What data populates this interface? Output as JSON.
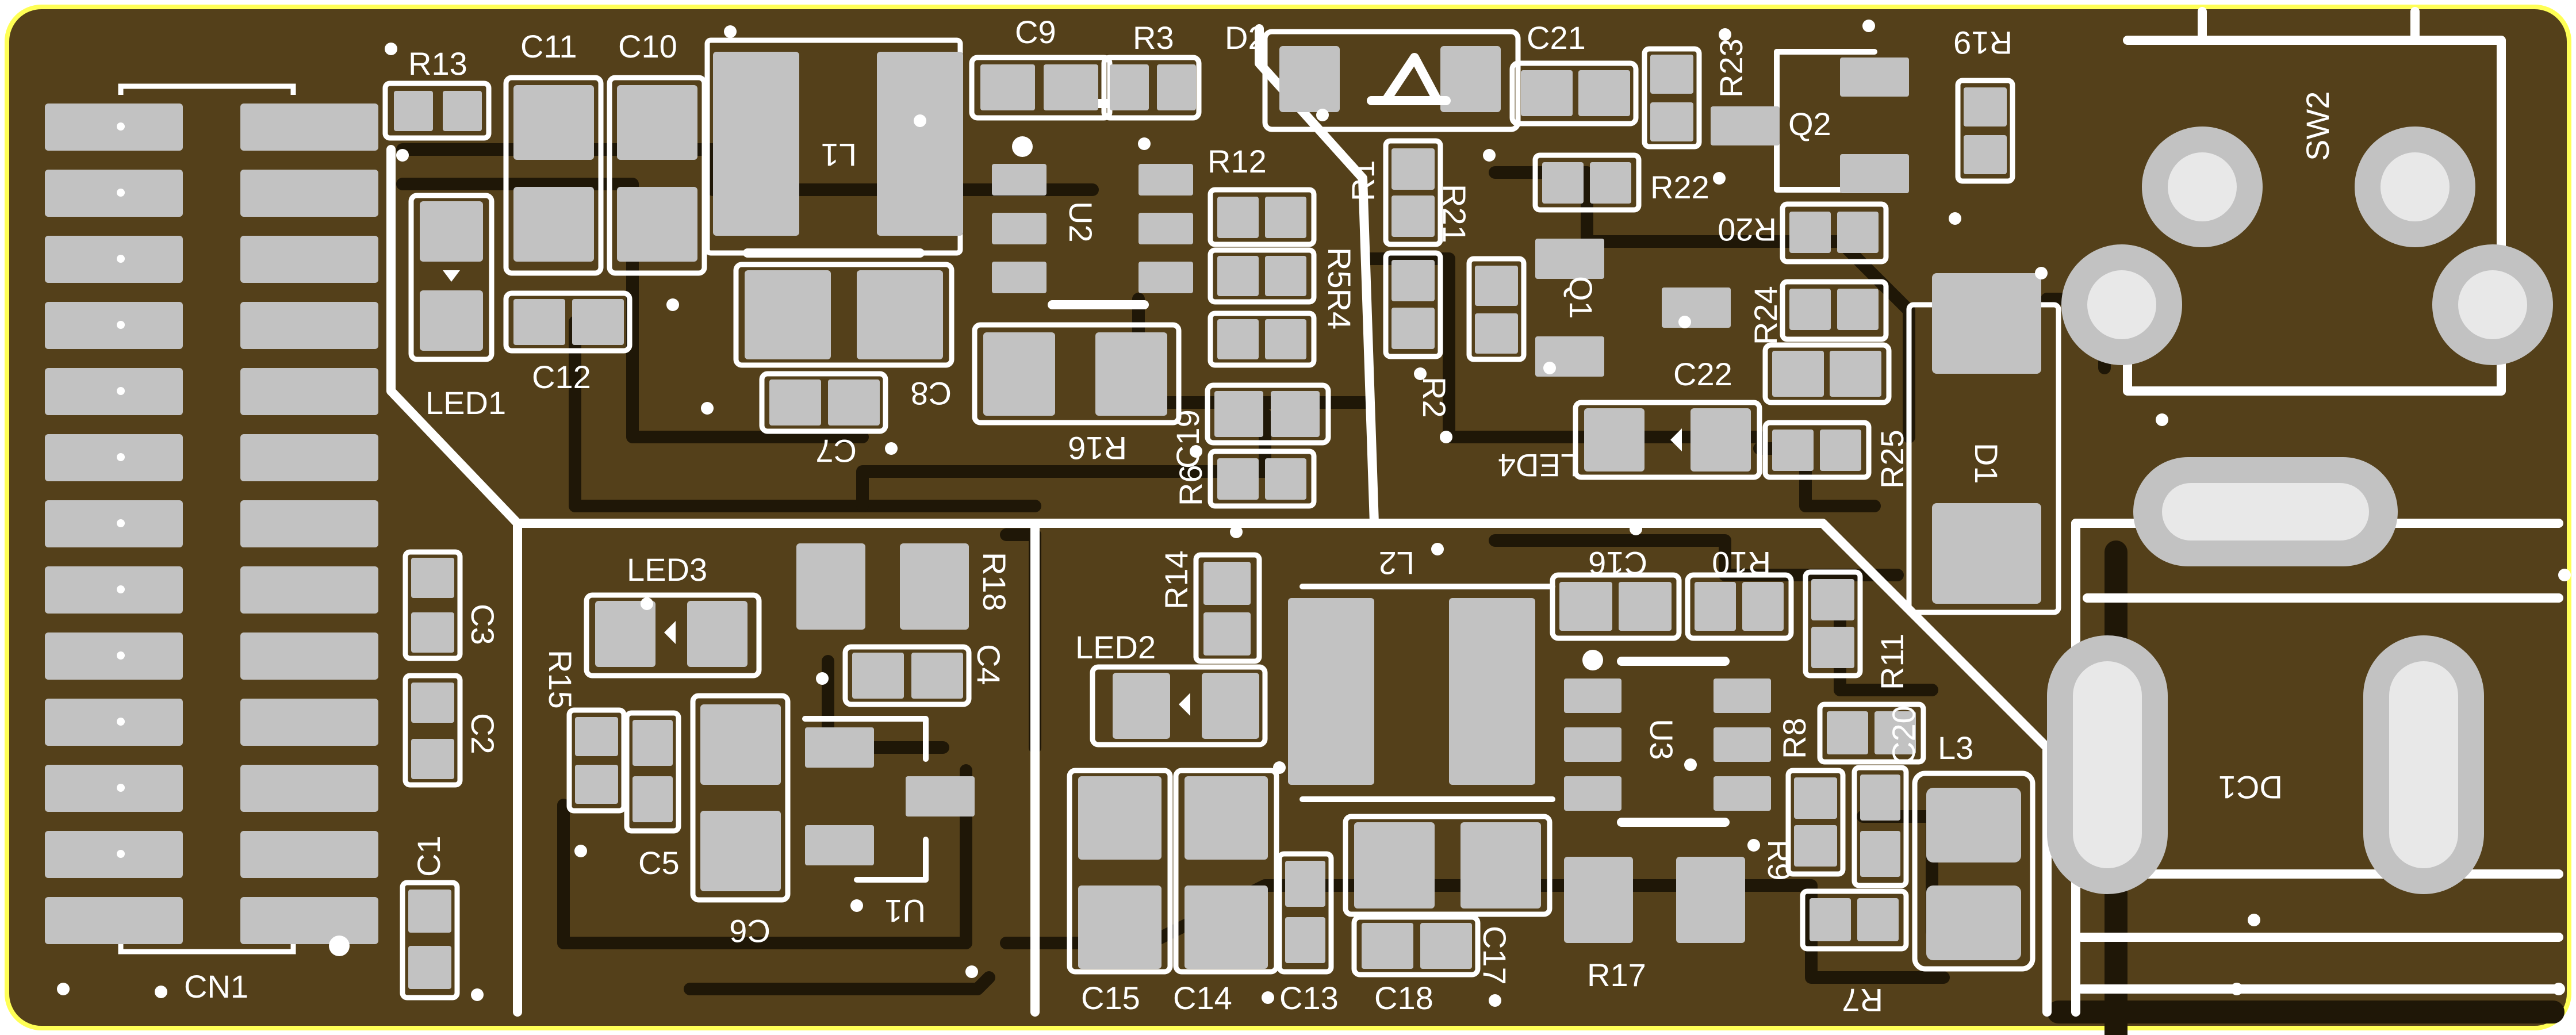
{
  "colors": {
    "board": "#54401a",
    "edge": "#ffff55",
    "pad": "#c2c2c2",
    "silk": "#ffffff",
    "trace": "#1f1707"
  },
  "labels": {
    "cn1": "CN1",
    "r13": "R13",
    "c11": "C11",
    "c10": "C10",
    "c9": "C9",
    "r3": "R3",
    "d2": "D2",
    "c21": "C21",
    "r23": "R23",
    "r19": "R19",
    "l1": "L1",
    "u2": "U2",
    "r12": "R12",
    "r1": "R1",
    "r21": "R21",
    "r22": "R22",
    "q2": "Q2",
    "r20": "R20",
    "sw2": "SW2",
    "q1": "Q1",
    "r24": "R24",
    "r5r4": "R5R4",
    "led1": "LED1",
    "c12": "C12",
    "c8": "C8",
    "c7": "C7",
    "r16": "R16",
    "c19": "C19",
    "r6": "R6",
    "r2": "R2",
    "c22": "C22",
    "led4": "LED4",
    "r25": "R25",
    "d1": "D1",
    "c3": "C3",
    "c2": "C2",
    "c1": "C1",
    "led3": "LED3",
    "r15": "R15",
    "r18": "R18",
    "c4": "C4",
    "c5": "C5",
    "c6": "C6",
    "u1": "U1",
    "r14": "R14",
    "l2": "L2",
    "c16": "C16",
    "r10": "R10",
    "r11": "R11",
    "led2": "LED2",
    "u3": "U3",
    "r8": "R8",
    "c20": "C20",
    "l3": "L3",
    "r9": "R9",
    "dc1": "DC1",
    "c15": "C15",
    "c14": "C14",
    "c13": "C13",
    "c18": "C18",
    "c17": "C17",
    "r17": "R17",
    "r7": "R7"
  }
}
